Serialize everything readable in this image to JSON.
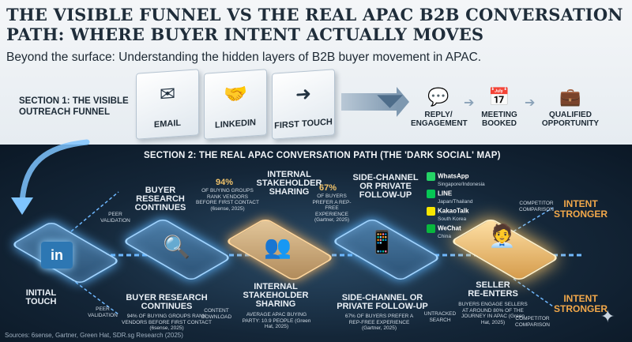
{
  "header": {
    "title": "THE VISIBLE FUNNEL VS THE REAL APAC B2B CONVERSATION PATH: WHERE BUYER INTENT ACTUALLY MOVES",
    "subtitle": "Beyond the surface: Understanding the hidden layers of B2B buyer movement in APAC."
  },
  "section1": {
    "label": "SECTION 1: THE VISIBLE OUTREACH FUNNEL",
    "cards": [
      {
        "label": "EMAIL",
        "icon": "envelope-icon"
      },
      {
        "label": "LINKEDIN",
        "icon": "handshake-icon"
      },
      {
        "label": "FIRST TOUCH",
        "icon": "arrow-icon"
      }
    ],
    "stages": [
      {
        "label": "REPLY/ ENGAGEMENT",
        "icon": "speech-bubble-icon"
      },
      {
        "label": "MEETING BOOKED",
        "icon": "calendar-icon"
      },
      {
        "label": "QUALIFIED OPPORTUNITY",
        "icon": "briefcase-icon"
      }
    ]
  },
  "section2": {
    "title": "SECTION 2: THE REAL APAC CONVERSATION PATH (THE 'DARK SOCIAL' MAP)",
    "upper": {
      "buyer_research": "BUYER RESEARCH CONTINUES",
      "stat1_pct": "94%",
      "stat1_text": "OF BUYING GROUPS RANK VENDORS BEFORE FIRST CONTACT (6sense, 2025)",
      "internal": "INTERNAL STAKEHOLDER SHARING",
      "stat2_pct": "67%",
      "stat2_text": "OF BUYERS PREFER A REP-FREE EXPERIENCE (Gartner, 2025)",
      "side_channel": "SIDE-CHANNEL OR PRIVATE FOLLOW-UP",
      "peer_validation": "PEER VALIDATION",
      "competitor_comparison": "COMPETITOR COMPARISON",
      "intent_stronger": "INTENT STRONGER"
    },
    "channels": [
      {
        "name": "WhatsApp",
        "region": "Singapore/Indonesia",
        "color": "#25d366"
      },
      {
        "name": "LINE",
        "region": "Japan/Thailand",
        "color": "#06c755"
      },
      {
        "name": "KakaoTalk",
        "region": "South Korea",
        "color": "#f7e600"
      },
      {
        "name": "WeChat",
        "region": "China",
        "color": "#09b83e"
      }
    ],
    "lower": {
      "initial_touch": "INITIAL TOUCH",
      "peer_validation": "PEER VALIDATION",
      "buyer_research": "BUYER RESEARCH CONTINUES",
      "buyer_research_stat": "94% OF BUYING GROUPS RANK VENDORS BEFORE FIRST CONTACT (6sense, 2025)",
      "content_download": "CONTENT DOWNLOAD",
      "internal": "INTERNAL STAKEHOLDER SHARING",
      "internal_stat": "AVERAGE APAC BUYING PARTY: 10.9 PEOPLE (Green Hat, 2025)",
      "side_channel": "SIDE-CHANNEL OR PRIVATE FOLLOW-UP",
      "side_channel_stat": "67% OF BUYERS PREFER A REP-FREE EXPERIENCE (Gartner, 2025)",
      "untracked_search": "UNTRACKED SEARCH",
      "seller_reenters": "SELLER RE-ENTERS",
      "seller_stat": "BUYERS ENGAGE SELLERS AT AROUND 80% OF THE JOURNEY IN APAC (Green Hat, 2025)",
      "competitor_comparison": "COMPETITOR COMPARISON",
      "intent_stronger": "INTENT STRONGER"
    },
    "linkedin_glyph": "in"
  },
  "footer": {
    "sources": "Sources: 6sense, Gartner, Green Hat, SDR.sg Research (2025)"
  },
  "colors": {
    "dark_bg": "#142638",
    "glow_blue": "#5fb6ff",
    "accent_orange": "#f2a84a",
    "stat_gold": "#f0c26a"
  }
}
